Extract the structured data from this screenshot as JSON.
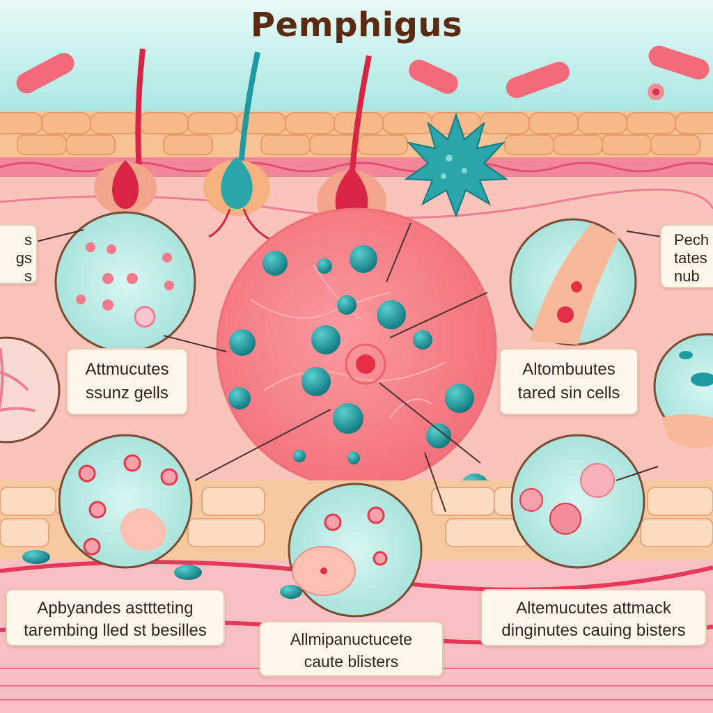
{
  "title": "Pemphigus",
  "labels": {
    "left_top": [
      "s",
      "gs",
      "s"
    ],
    "right_top": [
      "Pech",
      "tates",
      "nub"
    ],
    "mid_left": [
      "Attmucutes",
      "ssunz gells"
    ],
    "mid_right": [
      "Altombuutes",
      "tared sin cells"
    ],
    "bottom_left": [
      "Apbyandes asttteting",
      "tarembing lled st besilles"
    ],
    "bottom_center": [
      "Allmipanuctucete",
      "caute blisters"
    ],
    "bottom_right": [
      "Altemucutes attmack",
      "dinginutes cauing bisters"
    ]
  },
  "colors": {
    "sky": "#bdeee9",
    "skin": "#f9b9b1",
    "cell": "#f5c08a",
    "blister": "#f78a8e",
    "antibody": "#1f9aa0",
    "vessel": "#e8385a",
    "title": "#5b2a12"
  },
  "icons": {
    "spiky_cell": "spiky-cell-icon",
    "hair_follicle": "hair-follicle-icon",
    "antibody": "antibody-icon"
  }
}
